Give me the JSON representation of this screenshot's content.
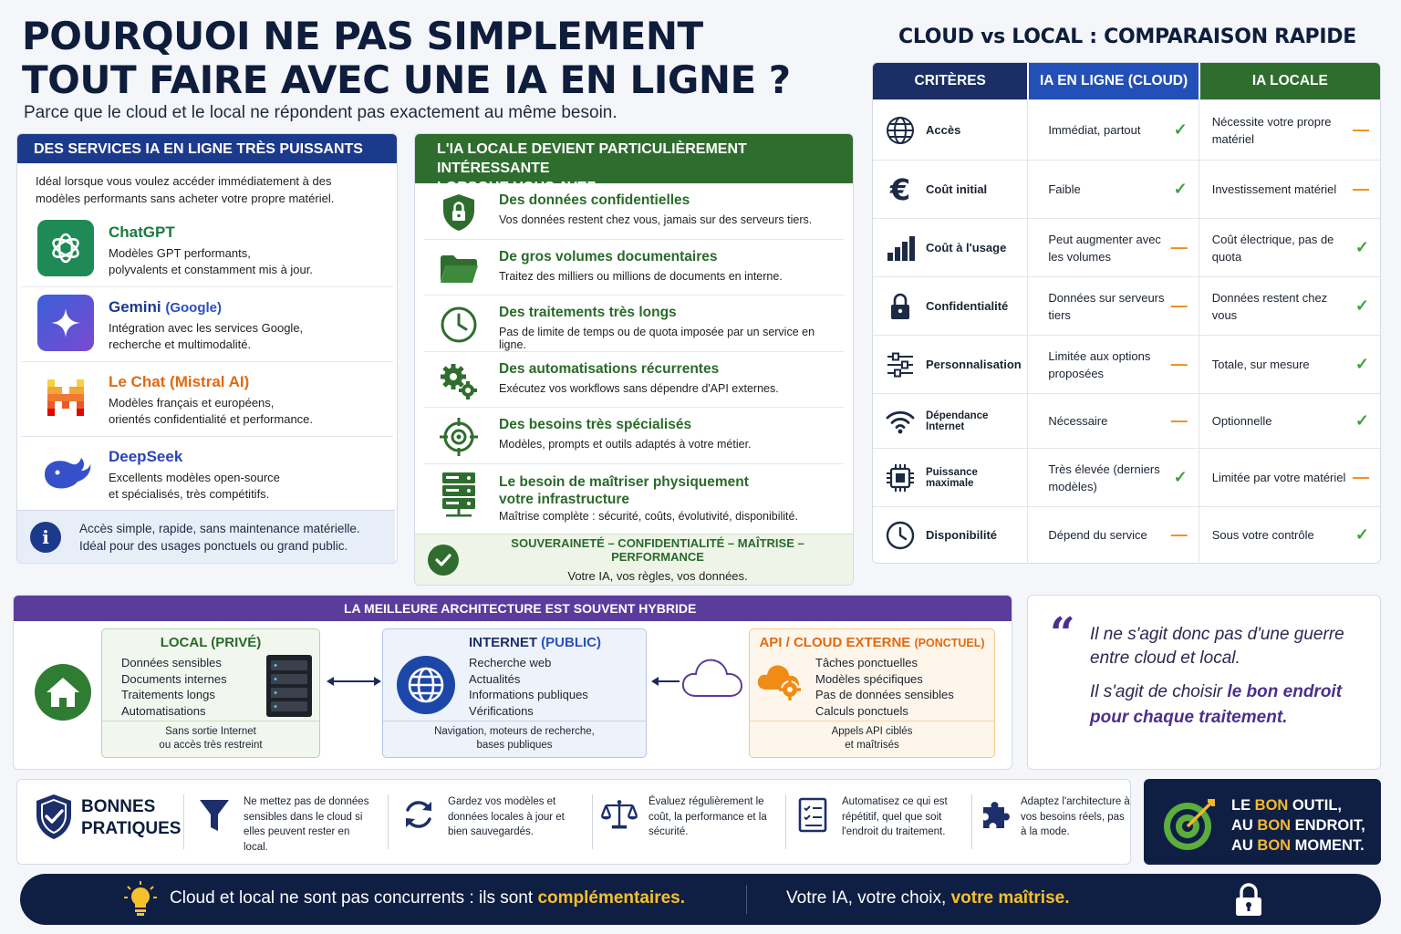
{
  "header": {
    "title_line1": "POURQUOI NE PAS SIMPLEMENT",
    "title_line2": "TOUT FAIRE AVEC UNE IA EN LIGNE ?",
    "subtitle": "Parce que le cloud et le local ne répondent pas exactement au même besoin."
  },
  "online": {
    "title": "DES SERVICES IA EN LIGNE TRÈS PUISSANTS",
    "intro": "Idéal lorsque vous voulez accéder immédiatement à des modèles performants sans acheter votre propre matériel.",
    "services": [
      {
        "name": "ChatGPT",
        "tag": "",
        "desc1": "Modèles GPT performants,",
        "desc2": "polyvalents et constamment mis à jour.",
        "color": "#1a7a3e"
      },
      {
        "name": "Gemini",
        "tag": "(Google)",
        "desc1": "Intégration avec les services Google,",
        "desc2": "recherche et multimodalité.",
        "color": "#1c3a8c"
      },
      {
        "name": "Le Chat (Mistral AI)",
        "tag": "",
        "desc1": "Modèles français et européens,",
        "desc2": "orientés confidentialité et performance.",
        "color": "#e06a10"
      },
      {
        "name": "DeepSeek",
        "tag": "",
        "desc1": "Excellents modèles open-source",
        "desc2": "et spécialisés, très compétitifs.",
        "color": "#2a44b8"
      }
    ],
    "info1": "Accès simple, rapide, sans maintenance matérielle.",
    "info2": "Idéal pour des usages ponctuels ou grand public.",
    "info_icon": "i"
  },
  "local": {
    "title1": "L'IA LOCALE DEVIENT PARTICULIÈREMENT INTÉRESSANTE",
    "title2": "LORSQUE VOUS AVEZ...",
    "features": [
      {
        "title": "Des données confidentielles",
        "desc": "Vos données restent chez vous, jamais sur des serveurs tiers."
      },
      {
        "title": "De gros volumes documentaires",
        "desc": "Traitez des milliers ou millions de documents en interne."
      },
      {
        "title": "Des traitements très longs",
        "desc": "Pas de limite de temps ou de quota imposée par un service en ligne."
      },
      {
        "title": "Des automatisations récurrentes",
        "desc": "Exécutez vos workflows sans dépendre d'API externes."
      },
      {
        "title": "Des besoins très spécialisés",
        "desc": "Modèles, prompts et outils adaptés à votre métier."
      },
      {
        "title1": "Le besoin de maîtriser physiquement",
        "title2": "votre infrastructure",
        "desc": "Maîtrise complète : sécurité, coûts, évolutivité, disponibilité."
      }
    ],
    "souv_title": "SOUVERAINETÉ – CONFIDENTIALITÉ – MAÎTRISE – PERFORMANCE",
    "souv_sub": "Votre IA, vos règles, vos données."
  },
  "comparison": {
    "title": "CLOUD vs LOCAL : COMPARAISON RAPIDE",
    "headers": [
      "CRITÈRES",
      "IA EN LIGNE (CLOUD)",
      "IA LOCALE"
    ],
    "rows": [
      {
        "criterion": "Accès",
        "cloud": "Immédiat, partout",
        "cloud_mark": "✓",
        "local": "Nécessite votre propre matériel",
        "local_mark": "—"
      },
      {
        "criterion": "Coût initial",
        "cloud": "Faible",
        "cloud_mark": "✓",
        "local": "Investissement matériel",
        "local_mark": "—"
      },
      {
        "criterion": "Coût à l'usage",
        "cloud": "Peut augmenter avec les volumes",
        "cloud_mark": "—",
        "local": "Coût électrique, pas de quota",
        "local_mark": "✓"
      },
      {
        "criterion": "Confidentialité",
        "cloud": "Données sur serveurs tiers",
        "cloud_mark": "—",
        "local": "Données restent chez vous",
        "local_mark": "✓"
      },
      {
        "criterion": "Personnalisation",
        "cloud": "Limitée aux options proposées",
        "cloud_mark": "—",
        "local": "Totale, sur mesure",
        "local_mark": "✓"
      },
      {
        "criterion": "Dépendance Internet",
        "cloud": "Nécessaire",
        "cloud_mark": "—",
        "local": "Optionnelle",
        "local_mark": "✓"
      },
      {
        "criterion": "Puissance maximale",
        "cloud": "Très élevée (derniers modèles)",
        "cloud_mark": "✓",
        "local": "Limitée par votre matériel",
        "local_mark": "—"
      },
      {
        "criterion": "Disponibilité",
        "cloud": "Dépend du service",
        "cloud_mark": "—",
        "local": "Sous votre contrôle",
        "local_mark": "✓"
      }
    ]
  },
  "hybrid": {
    "title": "LA MEILLEURE ARCHITECTURE EST SOUVENT HYBRIDE",
    "local_box": {
      "title": "LOCAL (PRIVÉ)",
      "items": [
        "Données sensibles",
        "Documents internes",
        "Traitements longs",
        "Automatisations"
      ],
      "foot1": "Sans sortie Internet",
      "foot2": "ou accès très restreint"
    },
    "internet_box": {
      "title": "INTERNET",
      "tag": "(PUBLIC)",
      "items": [
        "Recherche web",
        "Actualités",
        "Informations publiques",
        "Vérifications"
      ],
      "foot1": "Navigation, moteurs de recherche,",
      "foot2": "bases publiques"
    },
    "api_box": {
      "title": "API / CLOUD EXTERNE",
      "tag": "(PONCTUEL)",
      "items": [
        "Tâches ponctuelles",
        "Modèles spécifiques",
        "Pas de données sensibles",
        "Calculs ponctuels"
      ],
      "foot1": "Appels API ciblés",
      "foot2": "et maîtrisés"
    }
  },
  "quote": {
    "mark": "“",
    "line1": "Il ne s'agit donc pas d'une guerre entre cloud et local.",
    "line2a": "Il s'agit de choisir ",
    "line2b": "le bon endroit pour chaque traitement."
  },
  "practices": {
    "title1": "BONNES",
    "title2": "PRATIQUES",
    "items": [
      "Ne mettez pas de données sensibles dans le cloud si elles peuvent rester en local.",
      "Gardez vos modèles et données locales à jour et bien sauvegardés.",
      "Évaluez régulièrement le coût, la performance et la sécurité.",
      "Automatisez ce qui est répétitif, quel que soit l'endroit du traitement.",
      "Adaptez l'architecture à vos besoins réels, pas à la mode."
    ]
  },
  "tool": {
    "a": "LE ",
    "b": "BON",
    "c": " OUTIL,",
    "d": "AU ",
    "e": "BON",
    "f": " ENDROIT,",
    "g": "AU ",
    "h": "BON",
    "i": " MOMENT."
  },
  "footer": {
    "left_a": "Cloud et local ne sont pas concurrents : ils sont ",
    "left_b": "complémentaires.",
    "right_a": "Votre IA, votre choix, ",
    "right_b": "votre maîtrise."
  }
}
